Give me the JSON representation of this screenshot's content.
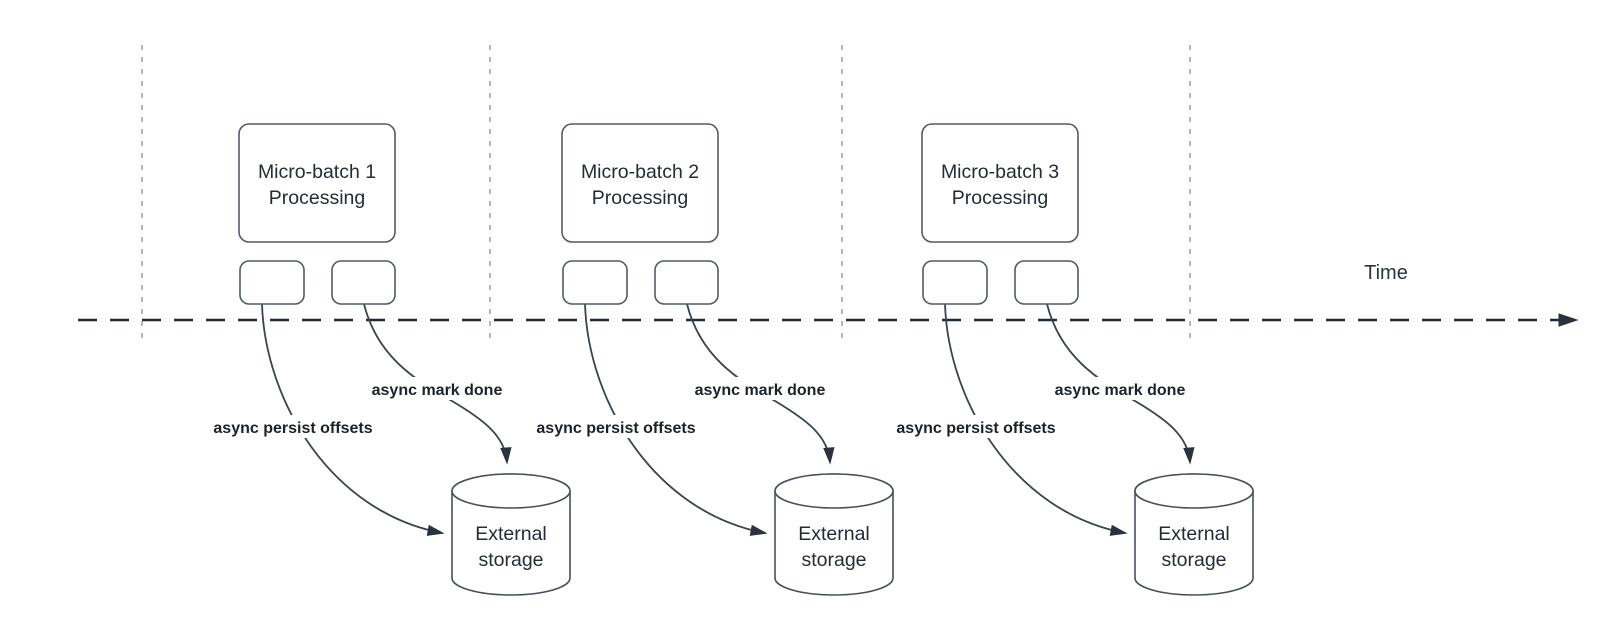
{
  "timeline": {
    "label": "Time"
  },
  "groups": [
    {
      "batch_title_line1": "Micro-batch 1",
      "batch_title_line2": "Processing",
      "persist_arrow_label": "async persist offsets",
      "done_arrow_label": "async mark done",
      "storage_line1": "External",
      "storage_line2": "storage"
    },
    {
      "batch_title_line1": "Micro-batch 2",
      "batch_title_line2": "Processing",
      "persist_arrow_label": "async persist offsets",
      "done_arrow_label": "async mark done",
      "storage_line1": "External",
      "storage_line2": "storage"
    },
    {
      "batch_title_line1": "Micro-batch 3",
      "batch_title_line2": "Processing",
      "persist_arrow_label": "async persist offsets",
      "done_arrow_label": "async mark done",
      "storage_line1": "External",
      "storage_line2": "storage"
    }
  ],
  "colors": {
    "background": "#ffffff",
    "text": "#252c38",
    "arrow_label_text": "#1d222a",
    "flow_stroke": "#3b4350",
    "shape_border": "#525a68",
    "gridline": "#b4b7bc",
    "time_axis": "#232933"
  }
}
